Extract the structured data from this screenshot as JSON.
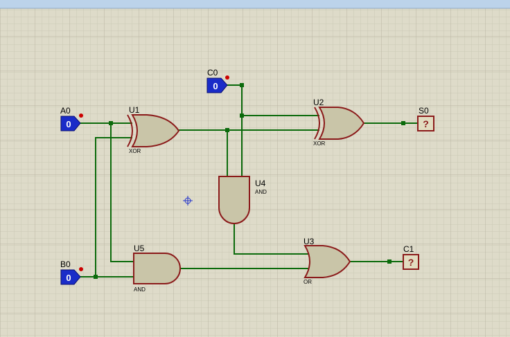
{
  "colors": {
    "background": "#dedbc9",
    "grid_minor": "#cbc8b5",
    "grid_major": "#b9b6a2",
    "top_bar": "#bcd3ea",
    "gate_fill": "#c9c5a8",
    "gate_stroke": "#8b1a1a",
    "wire": "#0b6a0b",
    "input_fill": "#1a2cc8",
    "pin_dot": "#cc0000",
    "probe_fill": "#e2dcc0",
    "probe_text": "#8b1a1a",
    "cursor": "#2233cc"
  },
  "inputs": [
    {
      "id": "A0",
      "label": "A0",
      "value": "0"
    },
    {
      "id": "B0",
      "label": "B0",
      "value": "0"
    },
    {
      "id": "C0",
      "label": "C0",
      "value": "0"
    }
  ],
  "outputs": [
    {
      "id": "S0",
      "label": "S0",
      "value": "?"
    },
    {
      "id": "C1",
      "label": "C1",
      "value": "?"
    }
  ],
  "gates": [
    {
      "id": "U1",
      "ref": "U1",
      "type": "XOR"
    },
    {
      "id": "U2",
      "ref": "U2",
      "type": "XOR"
    },
    {
      "id": "U3",
      "ref": "U3",
      "type": "OR"
    },
    {
      "id": "U4",
      "ref": "U4",
      "type": "AND"
    },
    {
      "id": "U5",
      "ref": "U5",
      "type": "AND"
    }
  ],
  "cursor_icon": "crosshair-icon"
}
